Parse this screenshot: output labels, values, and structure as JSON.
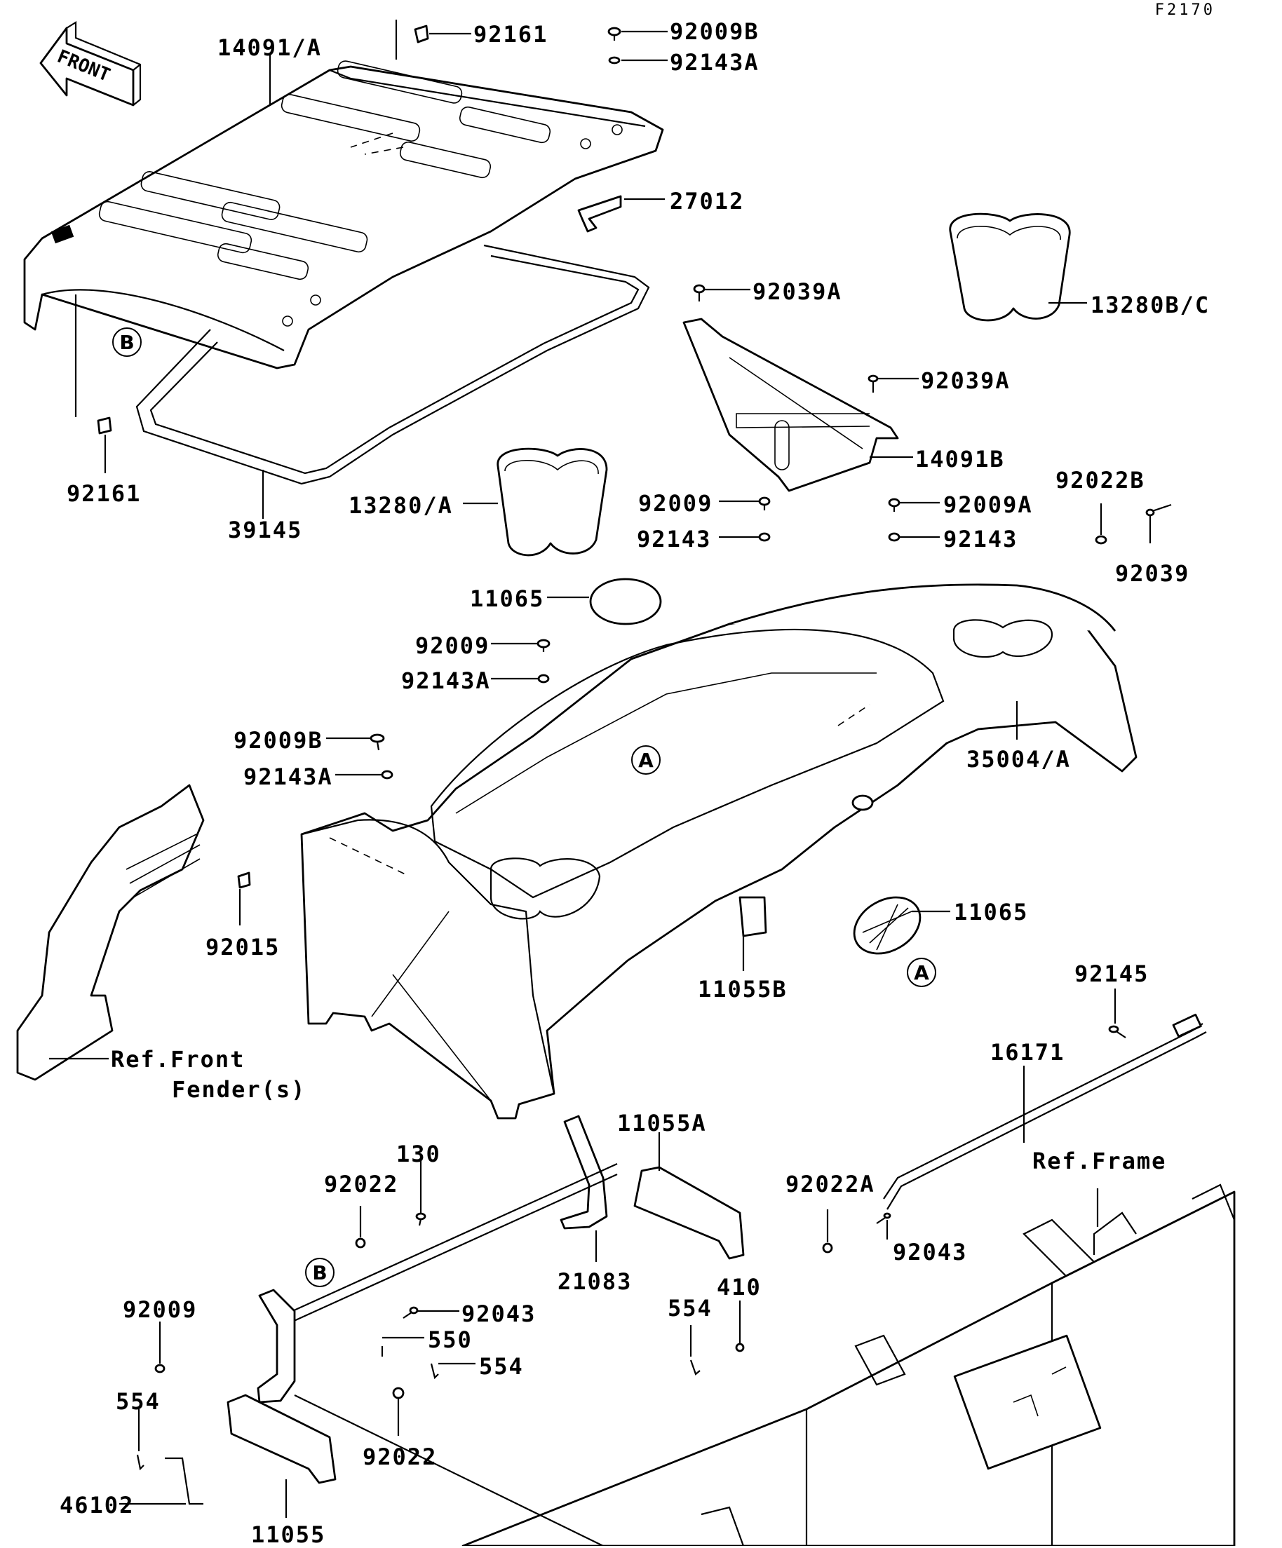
{
  "diagram_code": "F2170",
  "front_arrow_text": "FRONT",
  "callouts": {
    "b_top": "B",
    "b_bottom": "B",
    "a_center": "A",
    "a_right": "A"
  },
  "labels": {
    "p14091A": "14091/A",
    "p92161_top": "92161",
    "p92009B_top": "92009B",
    "p92143A_top": "92143A",
    "p27012": "27012",
    "p92039A_1": "92039A",
    "p13280BC": "13280B/C",
    "p92039A_2": "92039A",
    "p14091B": "14091B",
    "p92161_left": "92161",
    "p39145": "39145",
    "p13280A": "13280/A",
    "p92009_mid": "92009",
    "p92009A": "92009A",
    "p92022B": "92022B",
    "p92143_mid1": "92143",
    "p92143_mid2": "92143",
    "p92039": "92039",
    "p11065_top": "11065",
    "p92009_center": "92009",
    "p92143A_center": "92143A",
    "p35004A": "35004/A",
    "p92009B_left": "92009B",
    "p92143A_left": "92143A",
    "p92015": "92015",
    "p11065_right": "11065",
    "p11055B": "11055B",
    "p92145": "92145",
    "ref_front_fender_1": "Ref.Front",
    "ref_front_fender_2": "Fender(s)",
    "p16171": "16171",
    "p130": "130",
    "p11055A": "11055A",
    "ref_frame": "Ref.Frame",
    "p92022_upper": "92022",
    "p92022A": "92022A",
    "p92043_right": "92043",
    "p21083": "21083",
    "p410": "410",
    "p554_mid": "554",
    "p92009_low": "92009",
    "p92043_low": "92043",
    "p550": "550",
    "p554_low": "554",
    "p554_left": "554",
    "p92022_low": "92022",
    "p46102": "46102",
    "p11055": "11055"
  }
}
